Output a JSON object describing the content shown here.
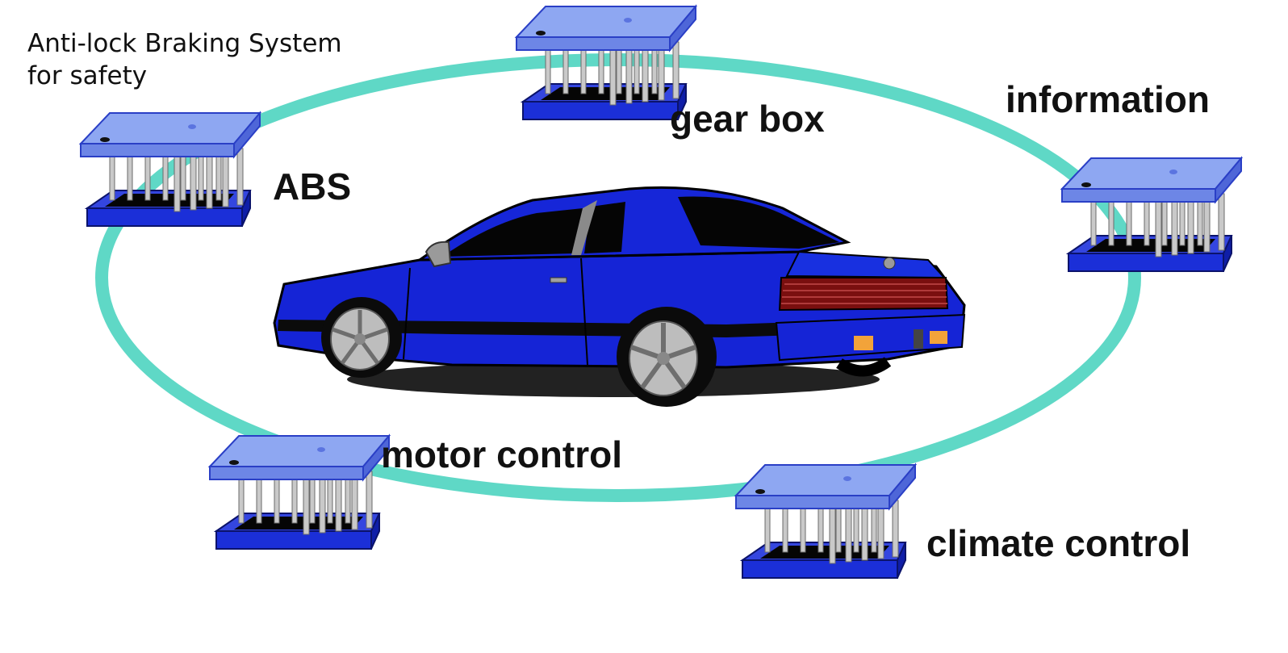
{
  "labels": {
    "abs_note_line1": "Anti-lock Braking System",
    "abs_note_line2": "for safety",
    "abs": "ABS",
    "gear_box": "gear box",
    "information": "information",
    "motor_control": "motor control",
    "climate_control": "climate control"
  },
  "colors": {
    "ring": "#5fd8c6",
    "chip_top": "#8ea7f2",
    "chip_dark": "#2a3fc6",
    "chip_base": "#1b2fd8",
    "car_body": "#1524d6",
    "tail_light": "#7a0f0f",
    "indicator": "#f2a33a"
  }
}
